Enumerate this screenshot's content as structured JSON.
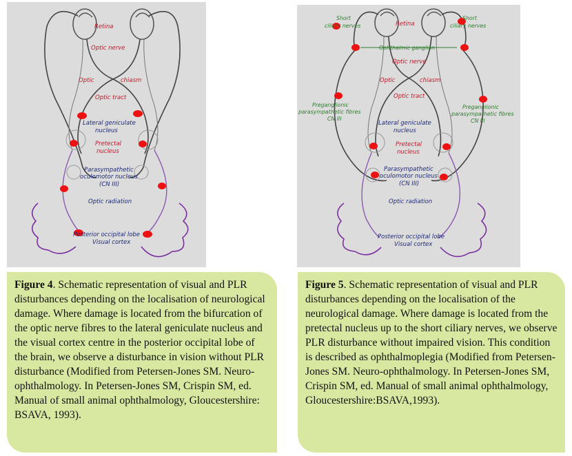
{
  "figure4": {
    "diagram_labels": {
      "retina": "Retina",
      "optic_nerve": "Optic nerve",
      "optic": "Optic",
      "chiasm": "chiasm",
      "optic_tract": "Optic tract",
      "lgn_1": "Lateral geniculate",
      "lgn_2": "nucleus",
      "pretectal_1": "Pretectal",
      "pretectal_2": "nucleus",
      "parasym_1": "Parasympathetic",
      "parasym_2": "oculomotor nucleus",
      "parasym_3": "(CN III)",
      "optic_radiation": "Optic radiation",
      "occipital_1": "Posterior occipital lobe",
      "occipital_2": "Visual cortex"
    },
    "caption": {
      "label": "Figure 4",
      "text": ". Schematic representation of visual and PLR disturbances depending on the localisation of neurological damage. Where damage is located from the bifurcation of the optic nerve fibres to the lateral geniculate nucleus and the visual cortex centre in the posterior occipital lobe of the brain, we observe a disturbance in vision without PLR disturbance (Modified from Petersen-Jones SM. Neuro-ophthalmology. In Petersen-Jones SM, Crispin SM, ed. Manual of small animal ophthalmology, Gloucestershire: BSAVA, 1993)."
    }
  },
  "figure5": {
    "diagram_labels": {
      "short_1": "Short",
      "short_2": "ciliary nerves",
      "retina": "Retina",
      "ciliary_ganglion": "Ophthalmic ganglion",
      "optic_nerve": "Optic nerve",
      "optic": "Optic",
      "chiasm": "chiasm",
      "optic_tract": "Optic tract",
      "preg_left_1": "Preganglionic",
      "preg_left_2": "parasympathetic fibres",
      "preg_left_3": "CN III",
      "preg_right_1": "Preganglionic",
      "preg_right_2": "parasympathetic fibres",
      "preg_right_3": "CN III",
      "lgn_1": "Lateral geniculate",
      "lgn_2": "nucleus",
      "pretectal_1": "Pretectal",
      "pretectal_2": "nucleus",
      "parasym_1": "Parasympathetic",
      "parasym_2": "oculomotor nucleus",
      "parasym_3": "(CN III)",
      "optic_radiation": "Optic radiation",
      "occipital_1": "Posterior occipital lobe",
      "occipital_2": "Visual cortex"
    },
    "caption": {
      "label": "Figure 5",
      "text": ". Schematic representation of visual and PLR disturbances depending on the localisation of the neurological damage. Where damage is located from the pretectal nucleus up to the short ciliary nerves, we observe PLR disturbance without impaired vision. This condition is described as ophthalmoplegia (Modified from Petersen-Jones SM. Neuro-ophthalmology. In Petersen-Jones SM, Crispin SM, ed. Manual of small animal ophthalmology, Gloucestershire:BSAVA,1993)."
    }
  },
  "colors": {
    "caption_bg": "#d9e8a0",
    "figure_bg": "#dcdcdc",
    "label_red": "#c21a2a",
    "lesion": "#ee1111"
  }
}
